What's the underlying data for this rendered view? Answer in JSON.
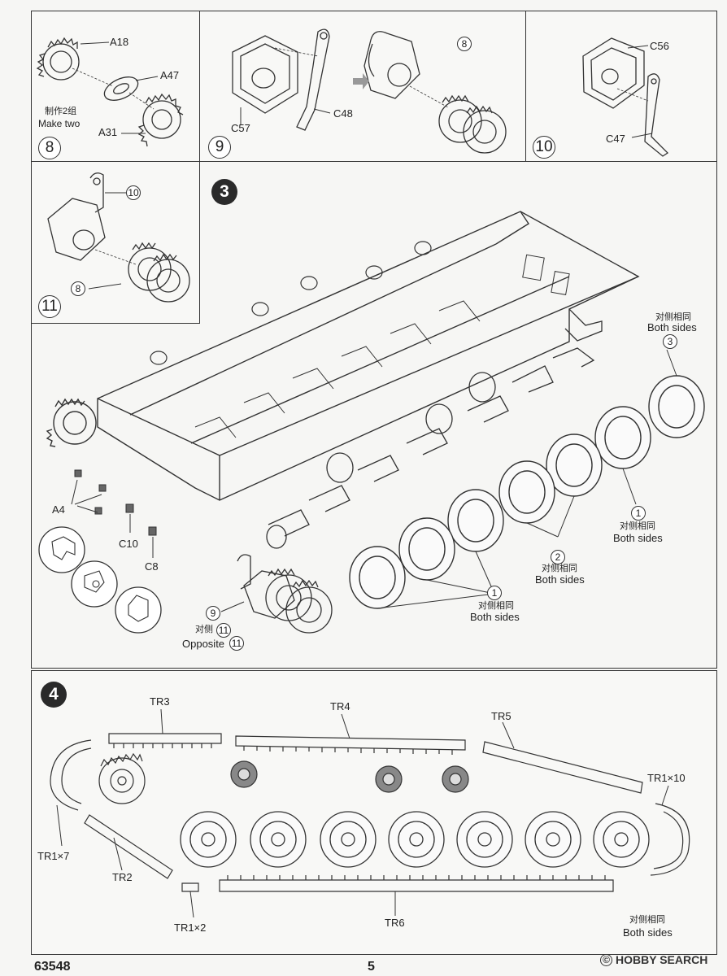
{
  "footer": {
    "code": "63548",
    "page": "5"
  },
  "watermark": {
    "symbol": "©",
    "text": "HOBBY SEARCH"
  },
  "step8": {
    "num": "8",
    "parts": [
      "A18",
      "A47",
      "A31"
    ],
    "note_cn": "制作2组",
    "note_en": "Make two"
  },
  "step9": {
    "num": "9",
    "parts": [
      "C57",
      "C48"
    ],
    "ref": "8"
  },
  "step10": {
    "num": "10",
    "parts": [
      "C56",
      "C47"
    ]
  },
  "step11": {
    "num": "11",
    "refs": [
      "10",
      "8"
    ]
  },
  "step3": {
    "num": "3",
    "labels": {
      "a4": "A4",
      "c10": "C10",
      "c8": "C8"
    },
    "callouts": [
      {
        "ref": "3",
        "cn": "对侧相同",
        "en": "Both sides"
      },
      {
        "ref": "1",
        "cn": "对侧相同",
        "en": "Both sides"
      },
      {
        "ref": "2",
        "cn": "对侧相同",
        "en": "Both sides"
      },
      {
        "ref": "1",
        "cn": "对侧相同",
        "en": "Both sides"
      }
    ],
    "opposite": {
      "ref": "9",
      "cn": "对侧",
      "en": "Opposite",
      "oref": "11"
    }
  },
  "step4": {
    "num": "4",
    "tracks": [
      "TR3",
      "TR4",
      "TR5",
      "TR1×10",
      "TR1×7",
      "TR2",
      "TR1×2",
      "TR6"
    ],
    "note_cn": "对侧相同",
    "note_en": "Both sides"
  }
}
